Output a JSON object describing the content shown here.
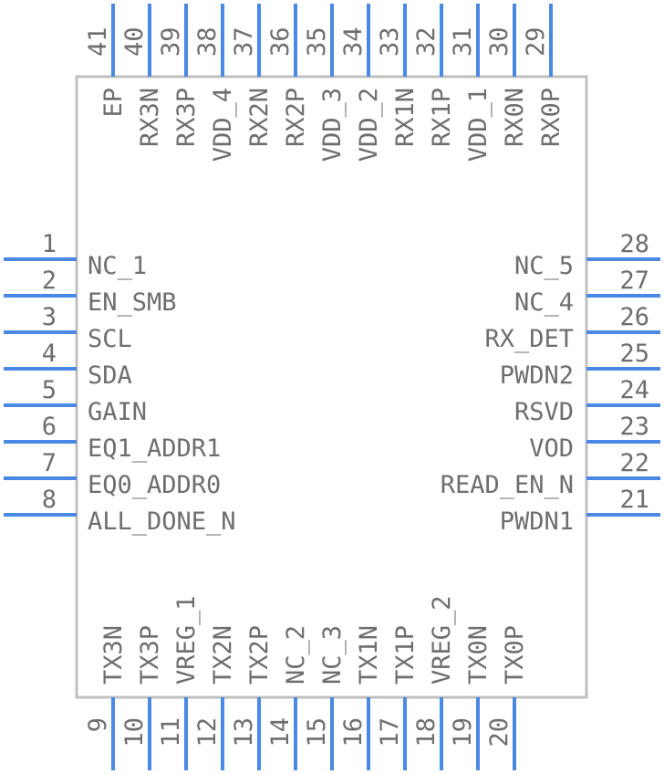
{
  "colors": {
    "pin": "#4a88e6",
    "text": "#6e6e6e",
    "outline": "#c0c0c0"
  },
  "pins": {
    "left": [
      {
        "num": "1",
        "name": "NC_1"
      },
      {
        "num": "2",
        "name": "EN_SMB"
      },
      {
        "num": "3",
        "name": "SCL"
      },
      {
        "num": "4",
        "name": "SDA"
      },
      {
        "num": "5",
        "name": "GAIN"
      },
      {
        "num": "6",
        "name": "EQ1_ADDR1"
      },
      {
        "num": "7",
        "name": "EQ0_ADDR0"
      },
      {
        "num": "8",
        "name": "ALL_DONE_N"
      }
    ],
    "bottom": [
      {
        "num": "9",
        "name": "TX3N"
      },
      {
        "num": "10",
        "name": "TX3P"
      },
      {
        "num": "11",
        "name": "VREG_1"
      },
      {
        "num": "12",
        "name": "TX2N"
      },
      {
        "num": "13",
        "name": "TX2P"
      },
      {
        "num": "14",
        "name": "NC_2"
      },
      {
        "num": "15",
        "name": "NC_3"
      },
      {
        "num": "16",
        "name": "TX1N"
      },
      {
        "num": "17",
        "name": "TX1P"
      },
      {
        "num": "18",
        "name": "VREG_2"
      },
      {
        "num": "19",
        "name": "TX0N"
      },
      {
        "num": "20",
        "name": "TX0P"
      }
    ],
    "right": [
      {
        "num": "21",
        "name": "PWDN1"
      },
      {
        "num": "22",
        "name": "READ_EN_N"
      },
      {
        "num": "23",
        "name": "VOD"
      },
      {
        "num": "24",
        "name": "RSVD"
      },
      {
        "num": "25",
        "name": "PWDN2"
      },
      {
        "num": "26",
        "name": "RX_DET"
      },
      {
        "num": "27",
        "name": "NC_4"
      },
      {
        "num": "28",
        "name": "NC_5"
      }
    ],
    "top": [
      {
        "num": "29",
        "name": "RX0P"
      },
      {
        "num": "30",
        "name": "RX0N"
      },
      {
        "num": "31",
        "name": "VDD_1"
      },
      {
        "num": "32",
        "name": "RX1P"
      },
      {
        "num": "33",
        "name": "RX1N"
      },
      {
        "num": "34",
        "name": "VDD_2"
      },
      {
        "num": "35",
        "name": "VDD_3"
      },
      {
        "num": "36",
        "name": "RX2P"
      },
      {
        "num": "37",
        "name": "RX2N"
      },
      {
        "num": "38",
        "name": "VDD_4"
      },
      {
        "num": "39",
        "name": "RX3P"
      },
      {
        "num": "40",
        "name": "RX3N"
      },
      {
        "num": "41",
        "name": "EP"
      }
    ]
  }
}
